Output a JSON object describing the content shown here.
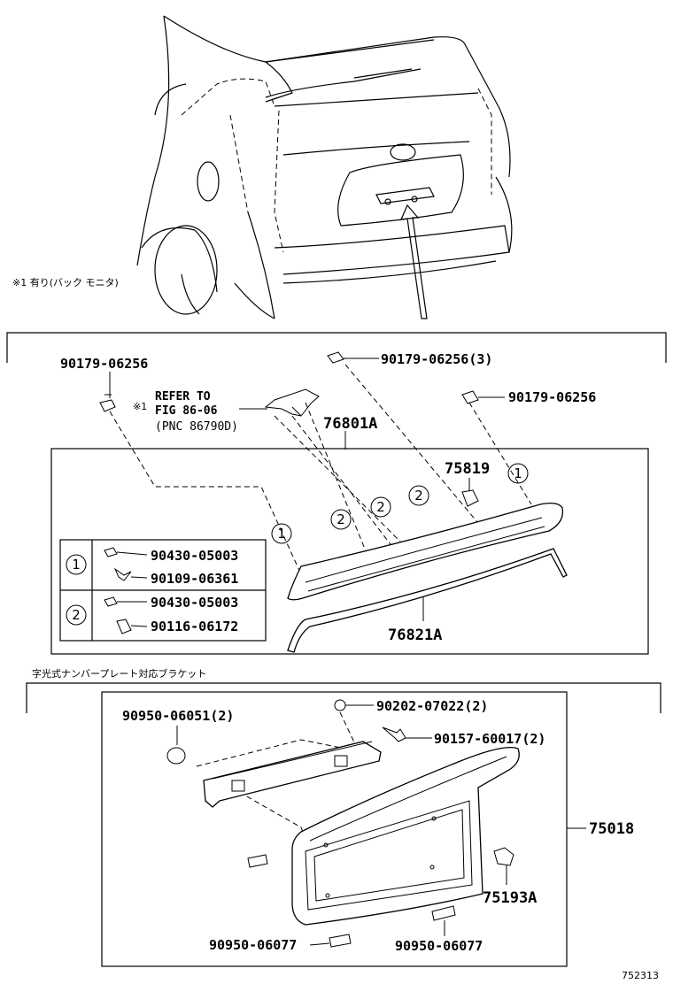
{
  "note_option": "※1 有り(バック モニタ)",
  "refer": {
    "marker": "※1",
    "line1": "REFER TO",
    "line2": "FIG 86-06",
    "line3": "(PNC 86790D)"
  },
  "upper": {
    "labels": {
      "clip_left": "90179-06256",
      "clip_top": "90179-06256(3)",
      "clip_right": "90179-06256",
      "garnish": "76801A",
      "item_75819": "75819",
      "seal": "76821A"
    },
    "callouts": [
      "1",
      "2",
      "2",
      "2",
      "1"
    ],
    "legend": [
      {
        "key": "1",
        "parts": [
          "90430-05003",
          "90109-06361"
        ]
      },
      {
        "key": "2",
        "parts": [
          "90430-05003",
          "90116-06172"
        ]
      }
    ]
  },
  "lower": {
    "title": "字光式ナンバープレート対応ブラケット",
    "labels": {
      "pad_top": "90950-06051(2)",
      "nut": "90202-07022(2)",
      "screw": "90157-60017(2)",
      "bracket": "75018",
      "item_75193": "75193A",
      "pad_left": "90950-06077",
      "pad_right": "90950-06077"
    }
  },
  "figure_id": "752313"
}
